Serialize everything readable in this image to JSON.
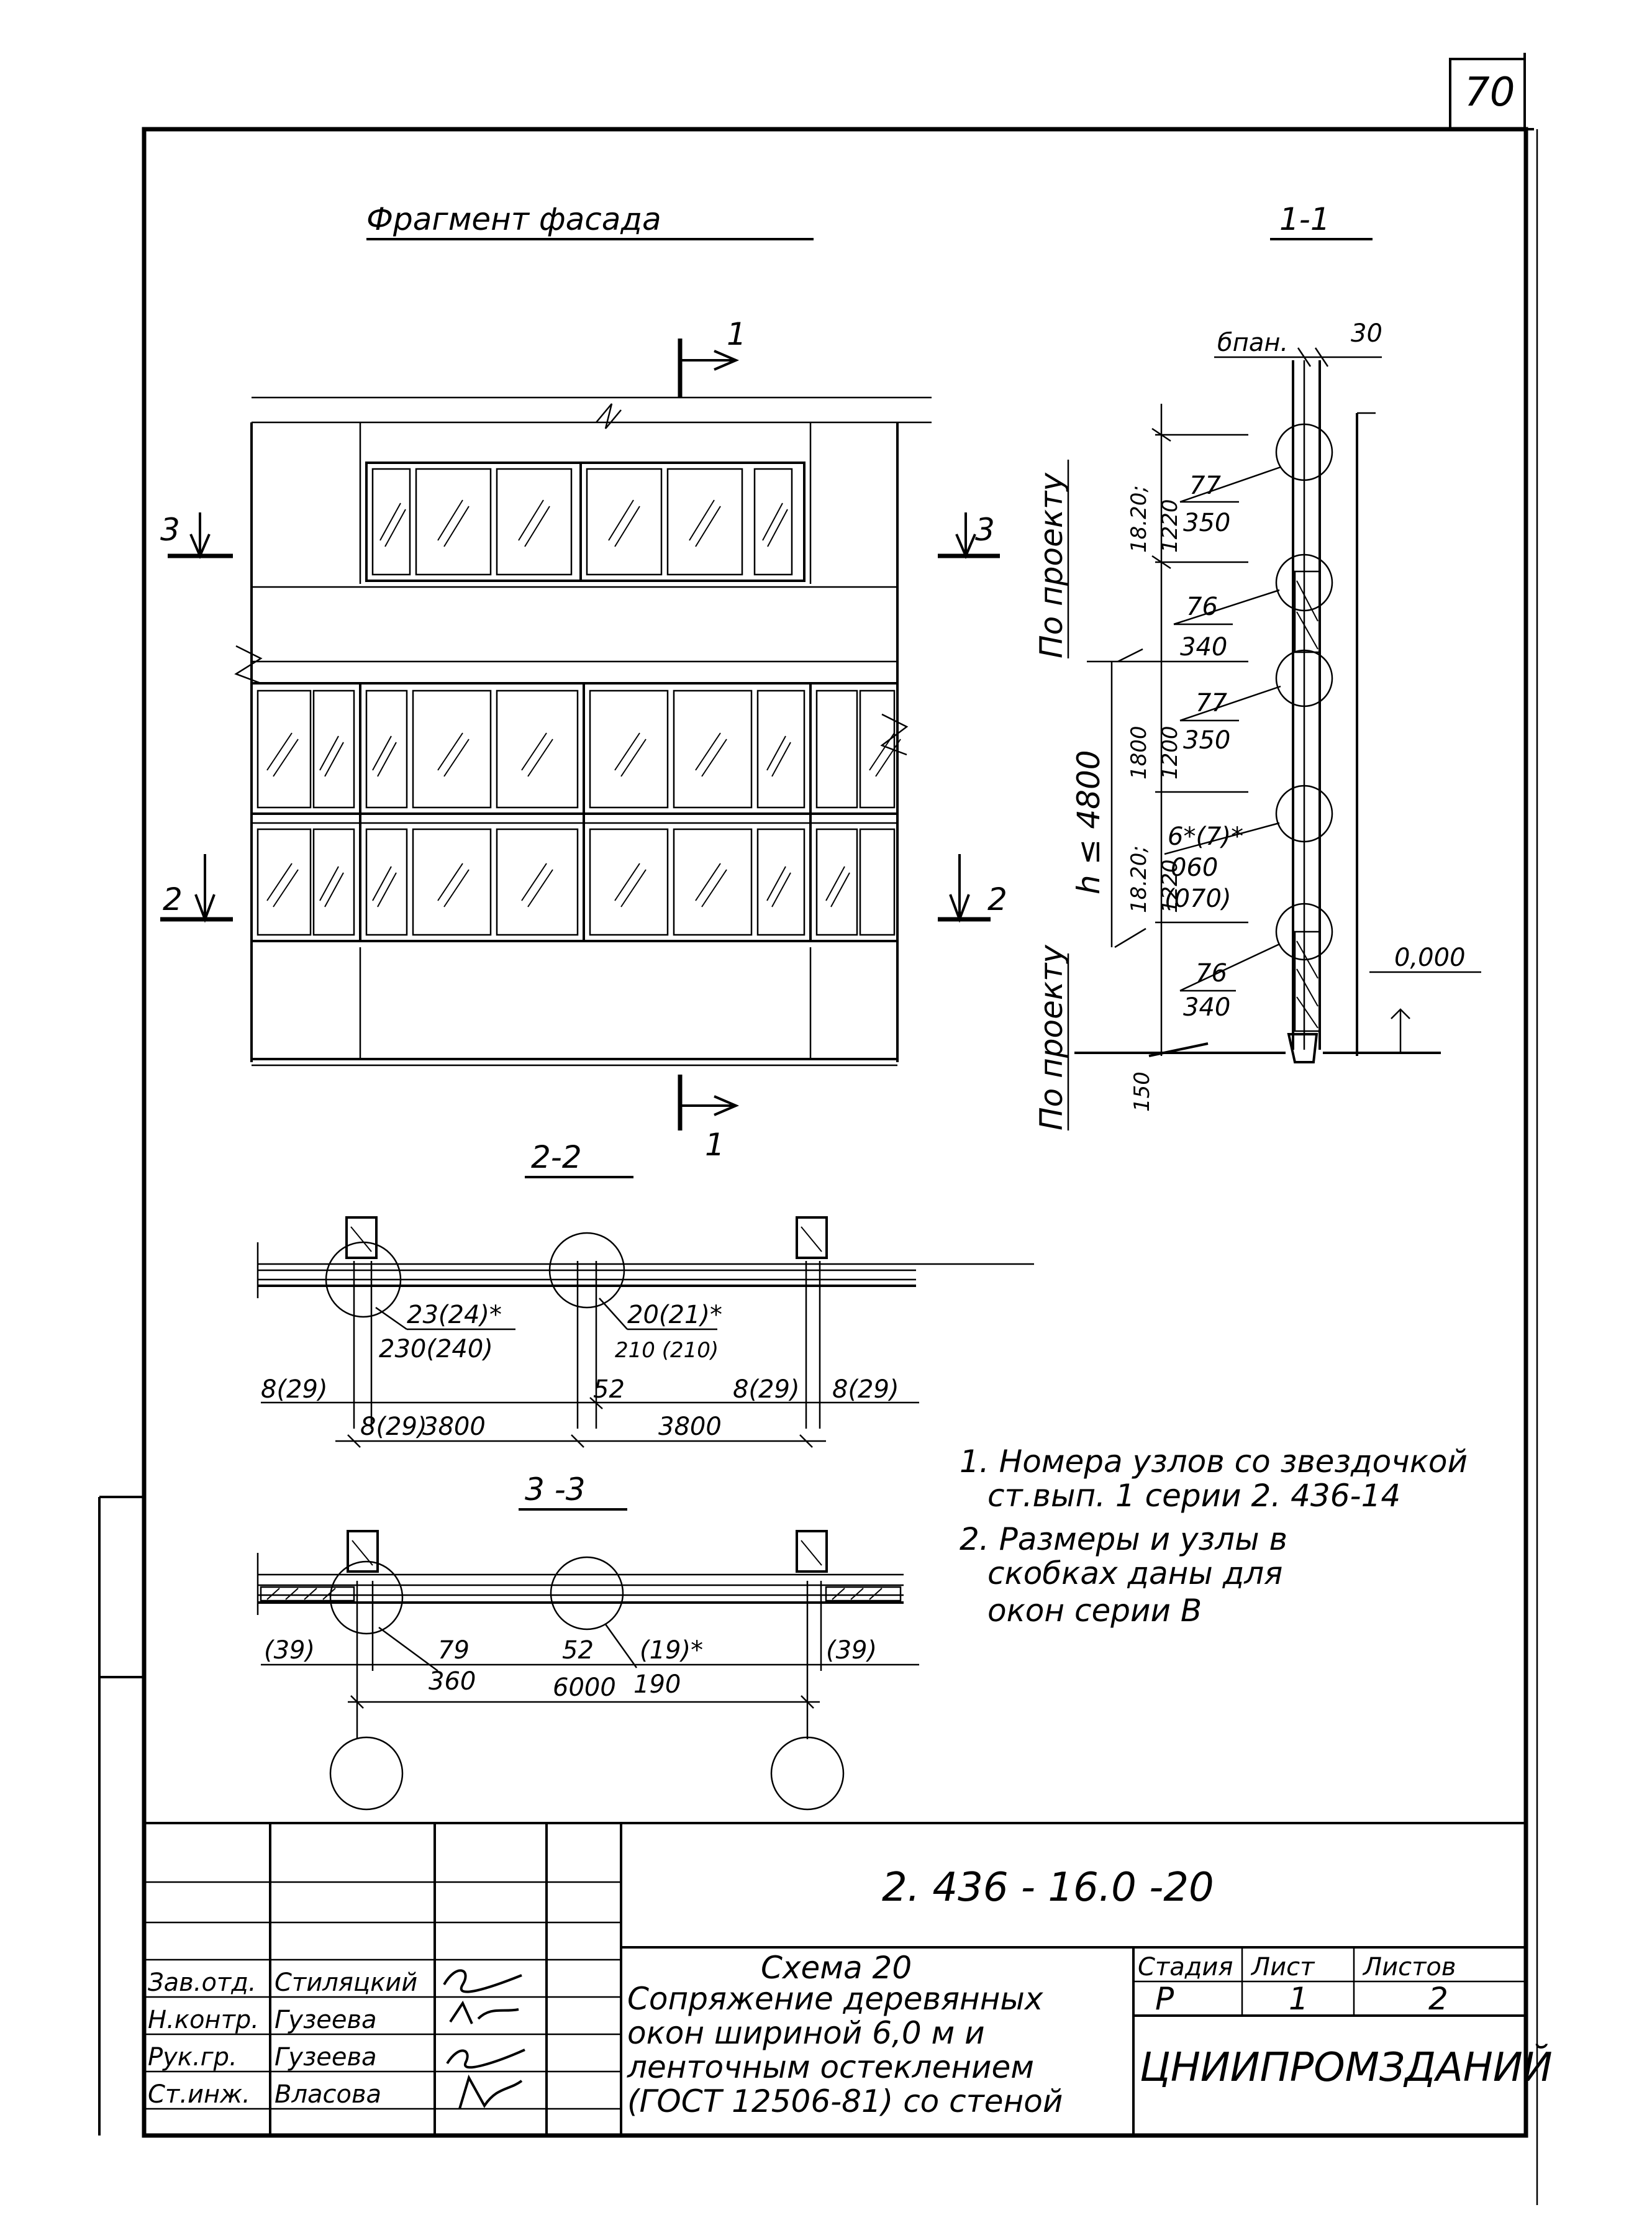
{
  "sheet": {
    "page_number": "70",
    "document_code": "2. 436 - 16.0 -20"
  },
  "facade": {
    "title": "Фрагмент фасада",
    "section_labels": {
      "s1": "1",
      "s2": "2",
      "s3": "3"
    }
  },
  "section_1_1": {
    "title": "1-1",
    "top_dims": [
      "бпан.",
      "30"
    ],
    "project_labels": [
      "По проекту",
      "По проекту"
    ],
    "height_label": "h ≤ 4800",
    "vertical_dims": [
      "18.20;",
      "1220",
      "1800",
      "1200",
      "18.20;",
      "1220",
      "150"
    ],
    "nodes": [
      {
        "top": "77",
        "bottom": "350"
      },
      {
        "top": "76",
        "bottom": "340"
      },
      {
        "top": "77",
        "bottom": "350"
      },
      {
        "top": "6*(7)*",
        "bottom": "060",
        "extra": "(070)"
      },
      {
        "top": "76",
        "bottom": "340"
      }
    ],
    "level_mark": "0,000"
  },
  "section_2_2": {
    "title": "2-2",
    "nodes": [
      {
        "top": "23(24)*",
        "bottom": "230(240)"
      },
      {
        "top": "20(21)*",
        "bottom": "210 (210)"
      }
    ],
    "dims": [
      "8(29)",
      "8(29)",
      "3800",
      "52",
      "8(29)",
      "3800",
      "8(29)"
    ]
  },
  "section_3_3": {
    "title": "3 -3",
    "nodes": [
      {
        "top": "79",
        "bottom": "360"
      },
      {
        "top": "(19)*",
        "bottom": "190"
      }
    ],
    "dims": [
      "(39)",
      "52",
      "6000",
      "(39)"
    ]
  },
  "notes": [
    "1. Номера узлов со звездочкой",
    "ст.вып. 1 серии 2. 436-14",
    "2. Размеры и узлы в",
    "скобках даны для",
    "окон серии В"
  ],
  "title_block": {
    "scheme_title": "Схема 20",
    "description_lines": [
      "Сопряжение деревянных",
      "окон шириной 6,0 м и",
      "ленточным остеклением",
      "(ГОСТ 12506-81) со стеной"
    ],
    "stage_header": "Стадия",
    "sheet_header": "Лист",
    "sheets_header": "Листов",
    "stage": "Р",
    "sheet": "1",
    "sheets": "2",
    "organization": "ЦНИИПРОМЗДАНИЙ",
    "roles": [
      "Зав.отд.",
      "Н.контр.",
      "Рук.гр.",
      "Ст.инж."
    ],
    "names": [
      "Стиляцкий",
      "Гузеева",
      "Гузеева",
      "Власова"
    ]
  }
}
